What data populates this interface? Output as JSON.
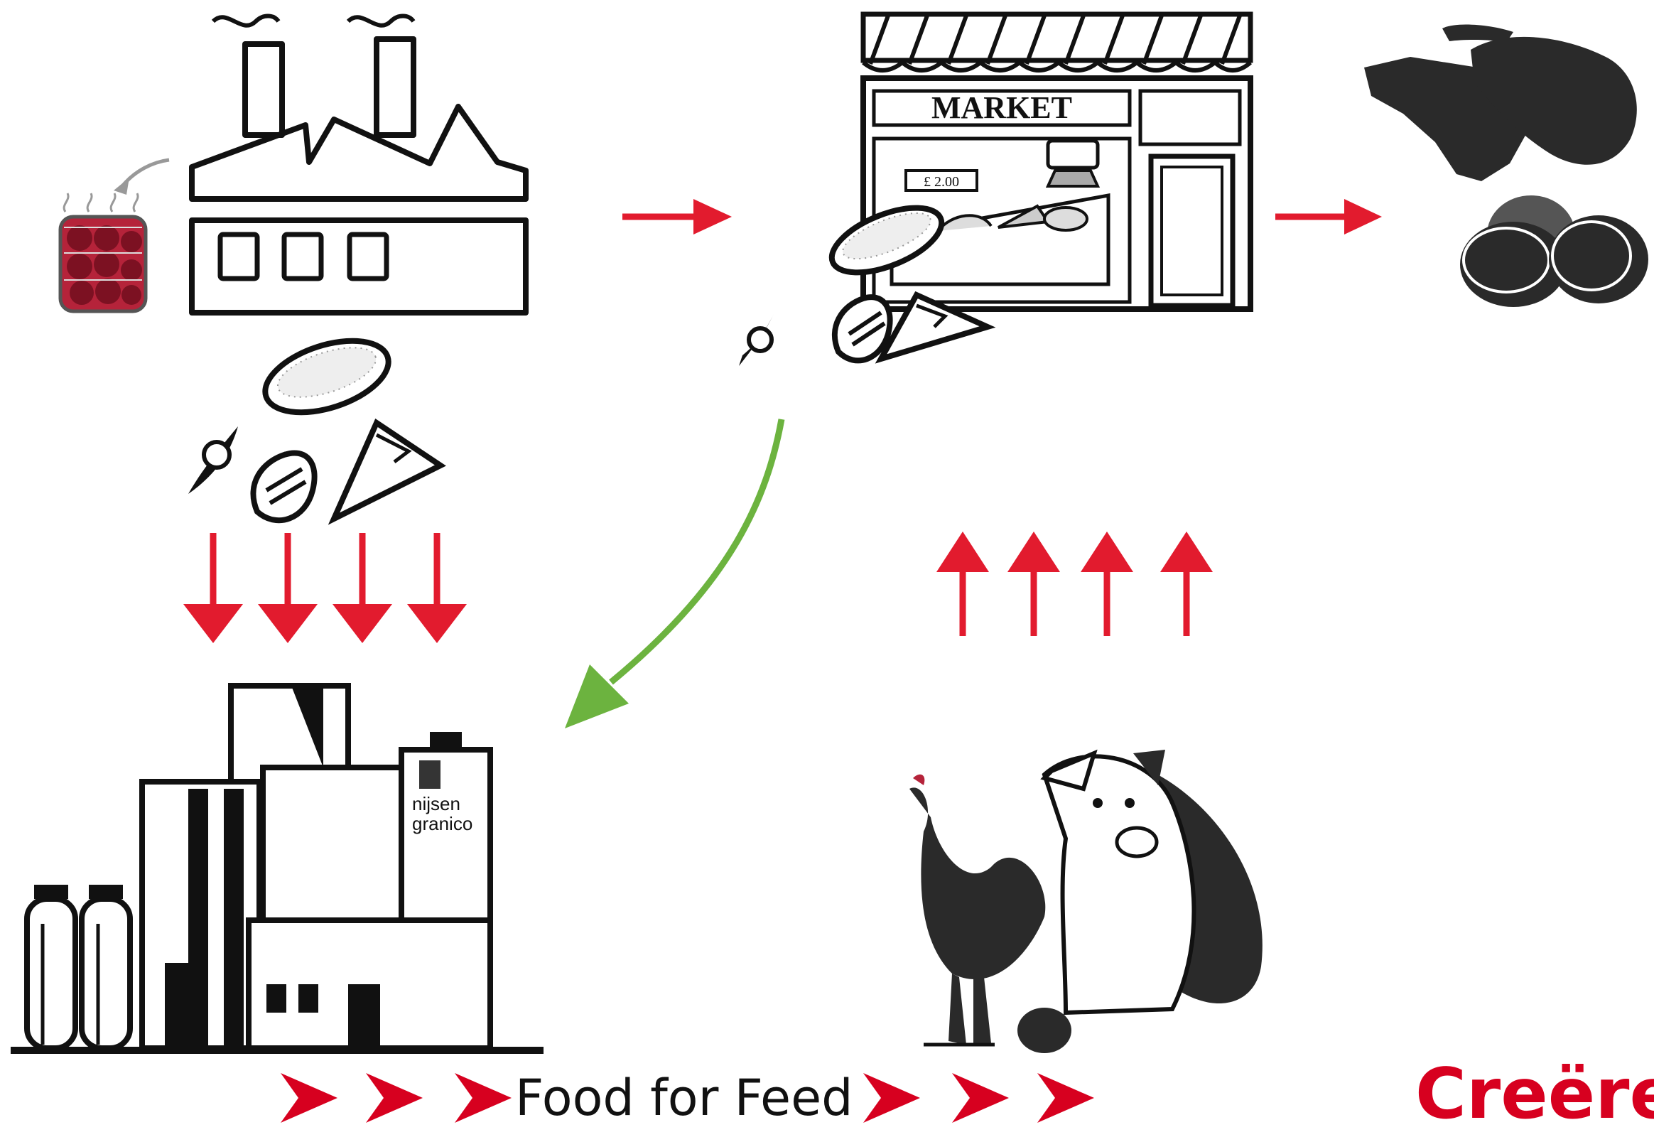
{
  "caption": "Food for Feed",
  "corner_text": "Creëre",
  "market_sign": "MARKET",
  "price_tag": "£ 2.00",
  "feed_mill_logo": [
    "nijsen",
    "granico"
  ],
  "colors": {
    "arrow_red": "#e21b2e",
    "arrow_green": "#6cb33f",
    "ink": "#1e1e1e",
    "food_red": "#b5233a"
  },
  "icons": {
    "food_factory": "factory-icon",
    "canned_food": "jar-icon",
    "supermarket": "market-icon",
    "meat_and_eggs": "meat-eggs-icon",
    "feed_mill": "feed-mill-icon",
    "livestock": "chicken-pig-icon",
    "leftover_food": "bakery-leftovers-icon"
  }
}
